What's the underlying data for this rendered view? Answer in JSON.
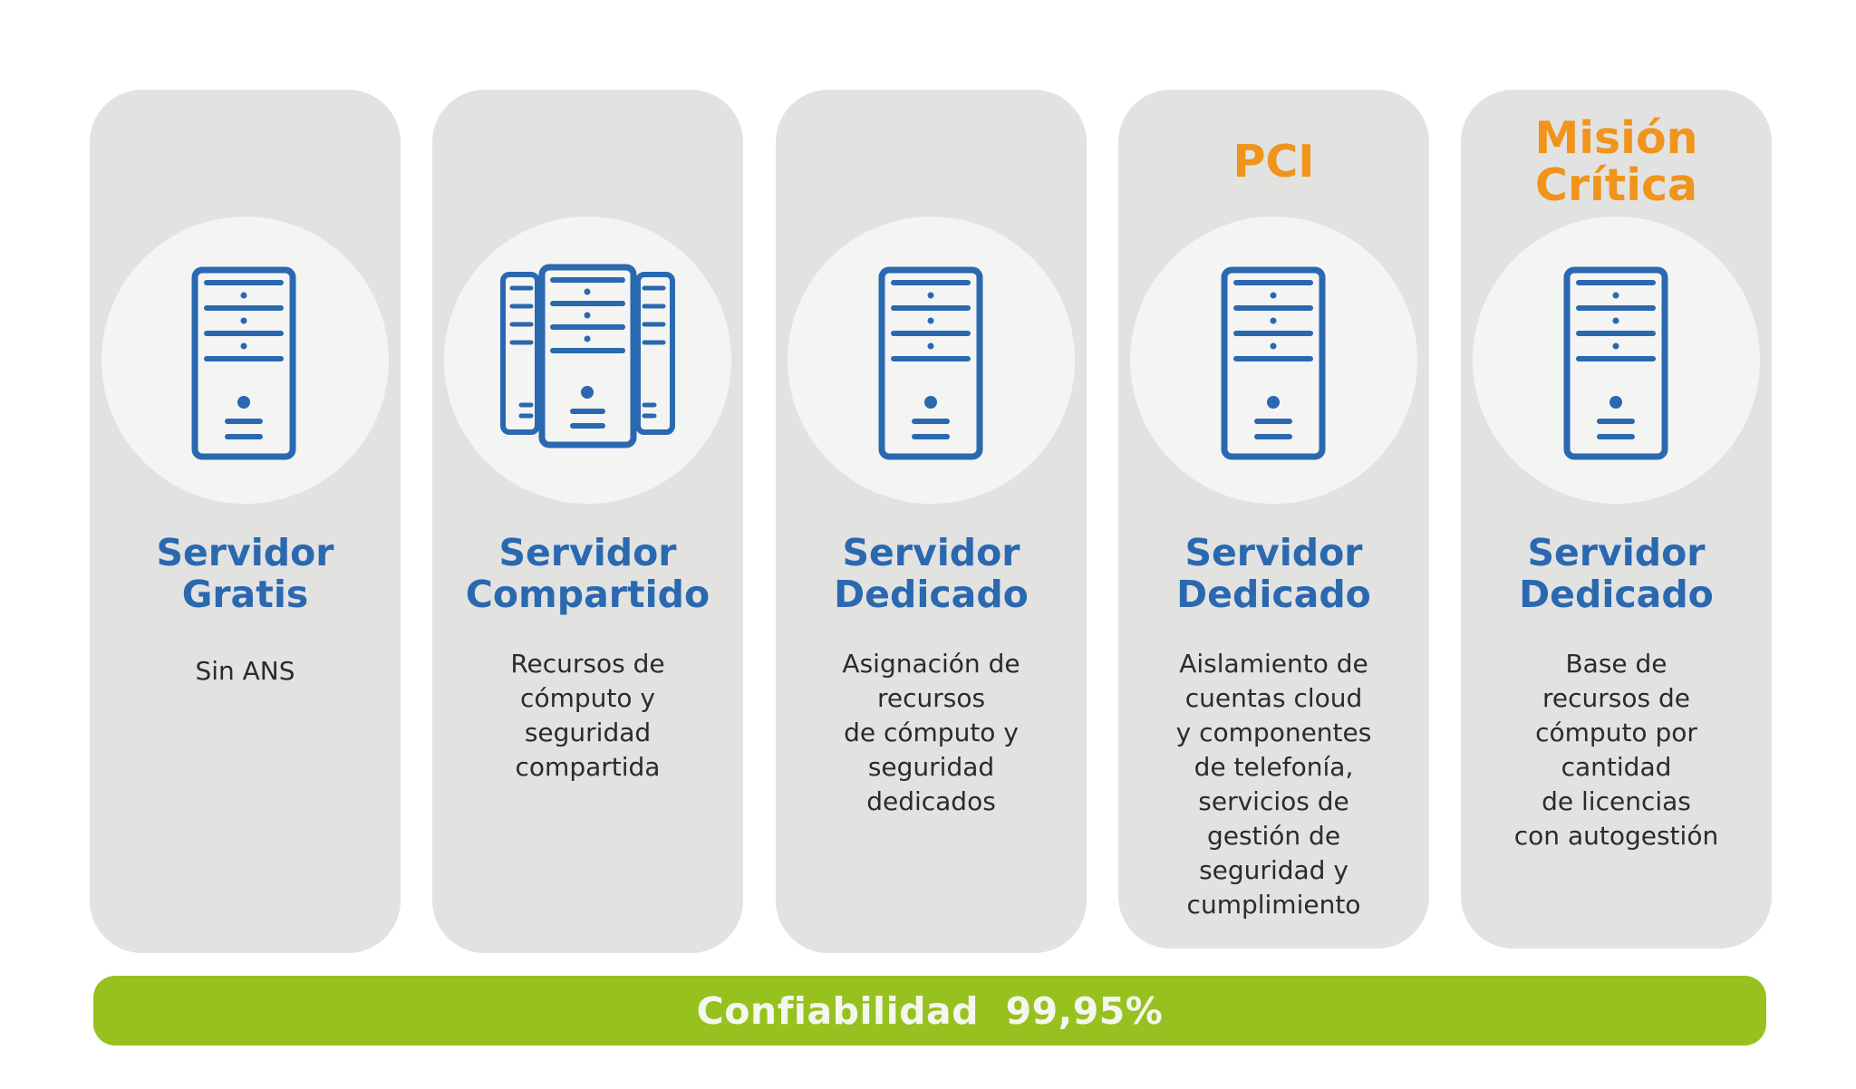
{
  "colors": {
    "card_bg": "#e2e2e1",
    "circle_bg": "#f4f4f3",
    "title_blue": "#2a68b0",
    "accent_orange": "#f0941c",
    "bar_green": "#97c11f"
  },
  "tiers": [
    {
      "tag": "",
      "title": "Servidor\nGratis",
      "description": "Sin ANS",
      "icon": "server-tower-icon"
    },
    {
      "tag": "",
      "title": "Servidor\nCompartido",
      "description": "Recursos de\ncómputo y\nseguridad\ncompartida",
      "icon": "server-cluster-icon"
    },
    {
      "tag": "",
      "title": "Servidor\nDedicado",
      "description": "Asignación de\nrecursos\nde cómputo y\nseguridad\ndedicados",
      "icon": "server-tower-icon"
    },
    {
      "tag": "PCI",
      "title": "Servidor\nDedicado",
      "description": "Aislamiento de\ncuentas cloud\ny componentes\nde telefonía,\nservicios de\ngestión de\nseguridad y\ncumplimiento",
      "icon": "server-tower-icon"
    },
    {
      "tag": "Misión\nCrítica",
      "title": "Servidor\nDedicado",
      "description": "Base de\nrecursos de\ncómputo por\ncantidad\nde licencias\ncon autogestión",
      "icon": "server-tower-icon"
    }
  ],
  "reliability_bar": {
    "label": "Confiabilidad  99,95%"
  }
}
